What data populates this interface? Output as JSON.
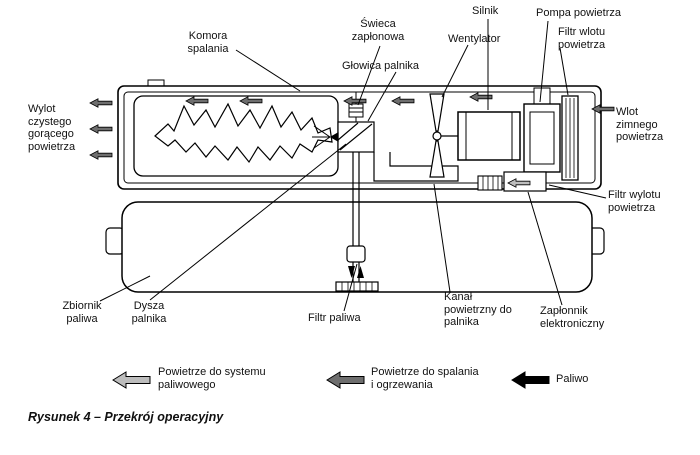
{
  "caption": "Rysunek 4 – Przekrój operacyjny",
  "labels": {
    "komora_spalania": "Komora\nspalania",
    "swieca_zaplonowa": "Świeca\nzapłonowa",
    "glowica_palnika": "Głowica palnika",
    "wentylator": "Wentylator",
    "silnik": "Silnik",
    "pompa_powietrza": "Pompa powietrza",
    "filtr_wlotu_powietrza": "Filtr wlotu\npowietrza",
    "wylot_czystego": "Wylot\nczystego\ngorącego\npowietrza",
    "wlot_zimnego": "Wlot\nzimnego\npowietrza",
    "filtr_wylotu_powietrza": "Filtr wylotu\npowietrza",
    "zbiornik_paliwa": "Zbiornik\npaliwa",
    "dysza_palnika": "Dysza\npalnika",
    "filtr_paliwa": "Filtr paliwa",
    "kanal_powietrzny": "Kanał\npowietrzny do\npalnika",
    "zaplonnik_elektroniczny": "Zapłonnik\nelektroniczny"
  },
  "legend": {
    "items": [
      {
        "label": "Powietrze do systemu\npaliwowego",
        "color": "#bdbdbd"
      },
      {
        "label": "Powietrze do spalania\ni ogrzewania",
        "color": "#6e6e6e"
      },
      {
        "label": "Paliwo",
        "color": "#000000"
      }
    ]
  },
  "colors": {
    "air_fuel_system": "#bdbdbd",
    "air_combustion": "#6e6e6e",
    "fuel": "#000000",
    "line": "#000000"
  }
}
